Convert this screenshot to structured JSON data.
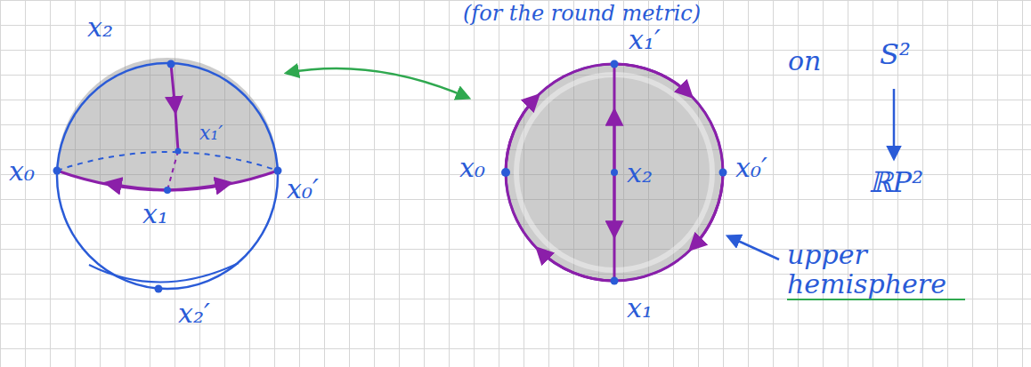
{
  "diagram": {
    "labels": [
      "(for the round metric)",
      "x₂",
      "x₁′",
      "x₀",
      "x₀′",
      "x₁",
      "x₂′",
      "x₁′",
      "x₀",
      "x₂",
      "x₀′",
      "x₁",
      "on",
      "S²",
      "ℝP²",
      "upper hemisphere"
    ]
  }
}
